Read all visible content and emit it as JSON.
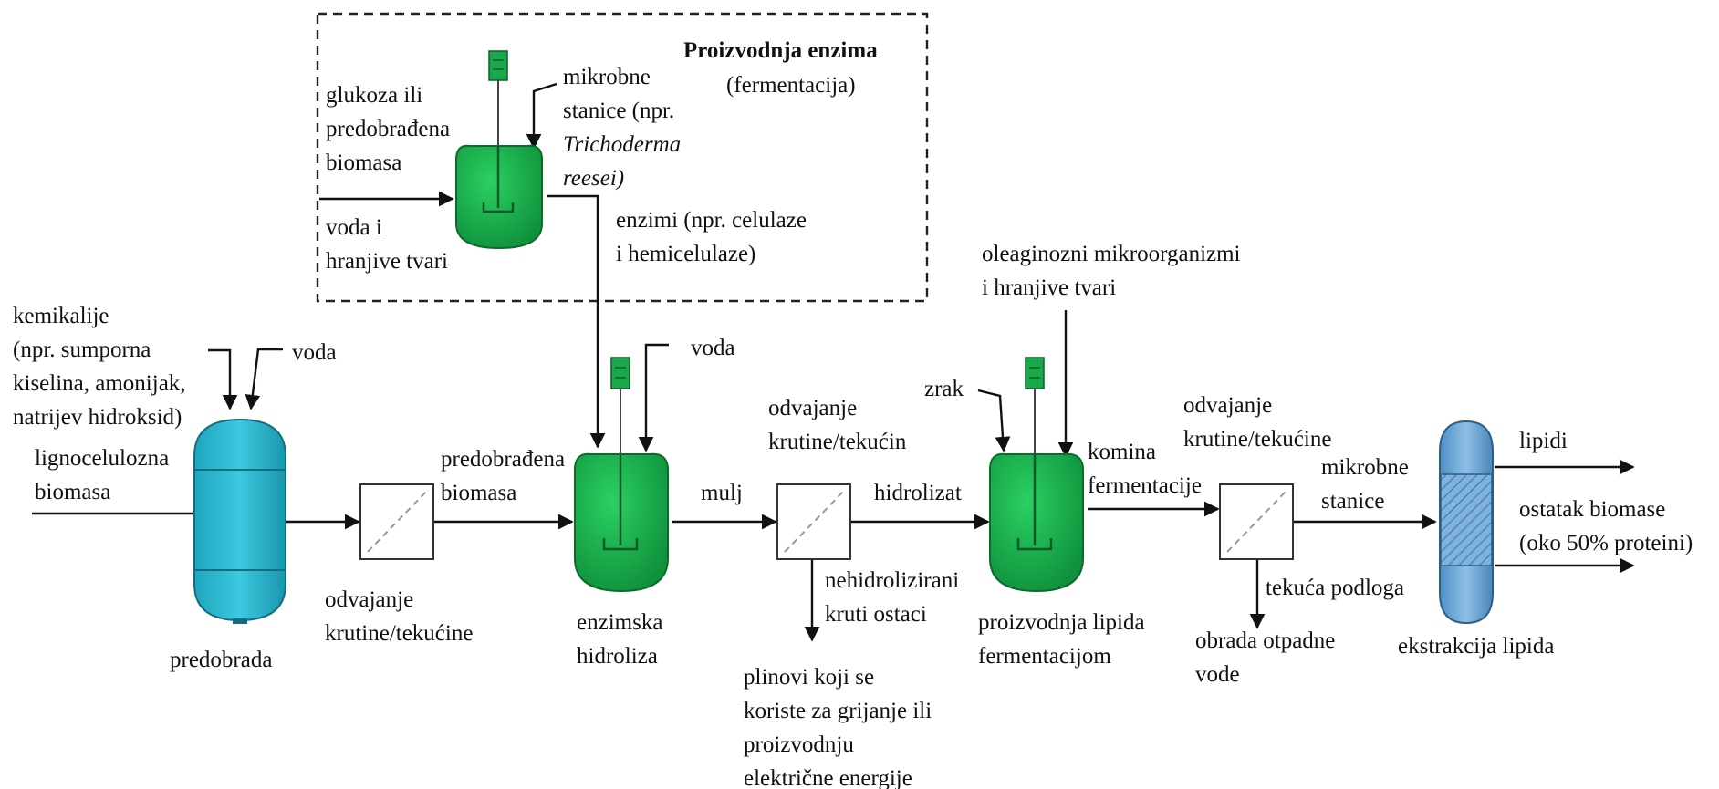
{
  "colors": {
    "reactor_green": "#1aa84a",
    "reactor_dark": "#0e7a33",
    "pretreatment_teal": "#27b7cf",
    "extraction_blue": "#5b9fd0",
    "line": "#111111"
  },
  "icons": {
    "reactor": "stirred-tank-reactor-icon",
    "separator": "solid-liquid-separator-icon",
    "pretreatment": "pretreatment-vessel-icon",
    "extraction": "extraction-column-icon"
  },
  "enzyme_box": {
    "title": "Proizvodnja enzima",
    "subtitle": "(fermentacija)",
    "input_glucose": [
      "glukoza ili",
      "predobrađena",
      "biomasa"
    ],
    "input_water": [
      "voda i",
      "hranjive tvari"
    ],
    "microbes": [
      "mikrobne",
      "stanice (npr."
    ],
    "microbes_species": [
      "Trichoderma",
      "reesei)"
    ],
    "enzymes_out": [
      "enzimi (npr. celulaze",
      "i hemicelulaze)"
    ]
  },
  "pretreatment": {
    "chemicals": [
      "kemikalije",
      "(npr. sumporna",
      "kiselina, amonijak,",
      "natrijev hidroksid)"
    ],
    "water": "voda",
    "feed": [
      "lignocelulozna",
      "biomasa"
    ],
    "label": "predobrada"
  },
  "separation1": {
    "label": [
      "odvajanje",
      "krutine/tekućine"
    ],
    "output": [
      "predobrađena",
      "biomasa"
    ]
  },
  "hydrolysis": {
    "water": "voda",
    "label": [
      "enzimska",
      "hidroliza"
    ],
    "output": "mulj"
  },
  "separation2": {
    "label": [
      "odvajanje",
      "krutine/tekućin"
    ],
    "output": "hidrolizat",
    "residue": [
      "nehidrolizirani",
      "kruti ostaci"
    ],
    "gases": [
      "plinovi koji se",
      "koriste za grijanje ili",
      "proizvodnju",
      "električne energije"
    ]
  },
  "lipid_fermentation": {
    "microorganisms": [
      "oleaginozni mikroorganizmi",
      "i hranjive tvari"
    ],
    "air": "zrak",
    "output": [
      "komina",
      "fermentacije"
    ],
    "label": [
      "proizvodnja lipida",
      "fermentacijom"
    ]
  },
  "separation3": {
    "label": [
      "odvajanje",
      "krutine/tekućine"
    ],
    "output": [
      "mikrobne",
      "stanice"
    ],
    "liquid": "tekuća podloga",
    "wastewater": [
      "obrada otpadne",
      "vode"
    ]
  },
  "extraction": {
    "lipids": "lipidi",
    "residue": [
      "ostatak biomase",
      "(oko 50% proteini)"
    ],
    "label": "ekstrakcija lipida"
  }
}
